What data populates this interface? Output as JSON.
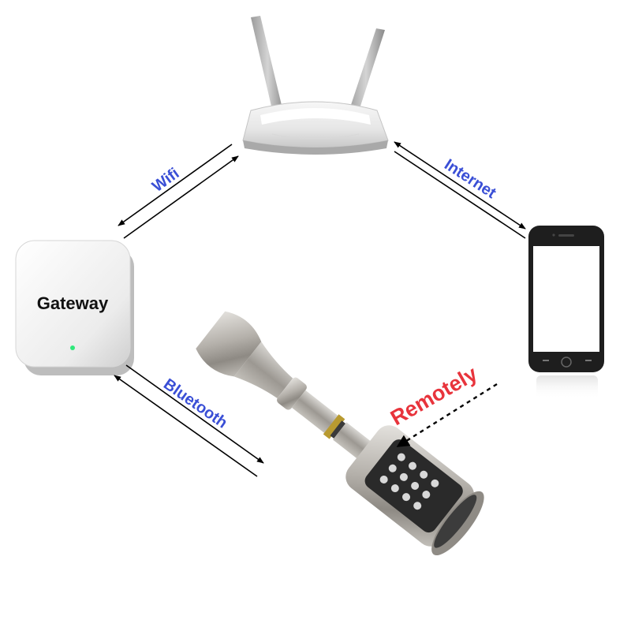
{
  "diagram": {
    "gateway": {
      "label": "Gateway",
      "icon": "gateway-device-icon",
      "led_color": "#2ee87a"
    },
    "router": {
      "icon": "wifi-router-icon"
    },
    "phone": {
      "icon": "smartphone-icon"
    },
    "lock": {
      "icon": "smart-cylinder-lock-icon"
    },
    "links": {
      "wifi": {
        "label": "Wifi",
        "color": "#3a4fd6"
      },
      "internet": {
        "label": "Internet",
        "color": "#3a4fd6"
      },
      "bluetooth": {
        "label": "Bluetooth",
        "color": "#3a4fd6"
      },
      "remotely": {
        "label": "Remotely",
        "color": "#e8343c"
      }
    }
  }
}
